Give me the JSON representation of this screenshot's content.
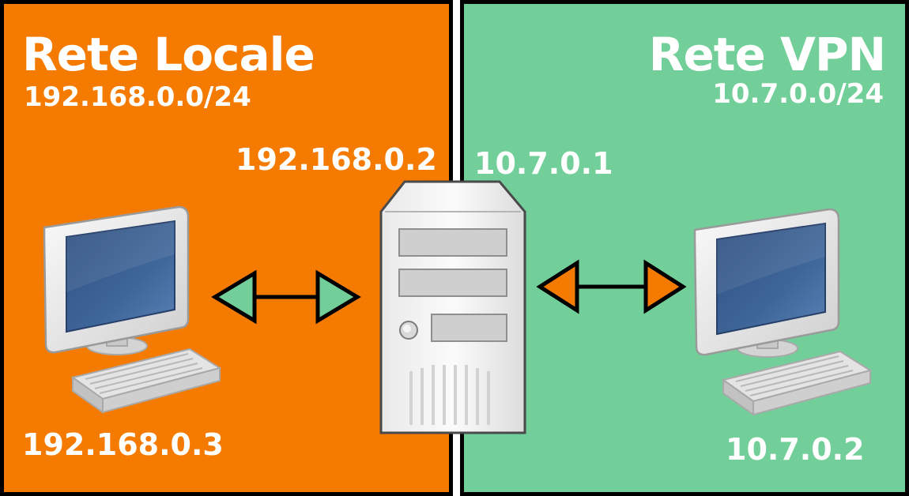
{
  "colors": {
    "local_network": "#f47b00",
    "vpn_network": "#73cf9a",
    "border": "#000000",
    "text": "#ffffff",
    "screen": "#3b5f91"
  },
  "local": {
    "title": "Rete Locale",
    "subnet": "192.168.0.0/24",
    "server_ip": "192.168.0.2",
    "client_ip": "192.168.0.3"
  },
  "vpn": {
    "title": "Rete VPN",
    "subnet": "10.7.0.0/24",
    "server_ip": "10.7.0.1",
    "client_ip": "10.7.0.2"
  },
  "icons": {
    "local_client": "desktop-computer-icon",
    "server": "server-tower-icon",
    "vpn_client": "desktop-computer-icon",
    "links": "double-arrow-icon"
  }
}
